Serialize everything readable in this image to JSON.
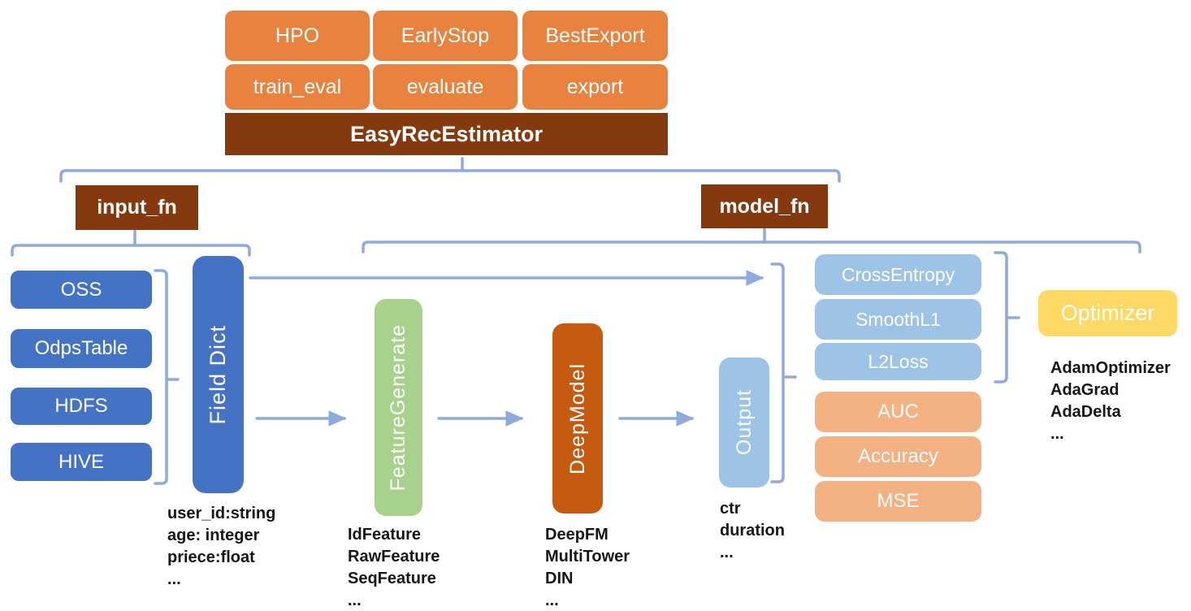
{
  "diagram": {
    "estimator": {
      "label": "EasyRecEstimator",
      "capabilities": [
        "HPO",
        "EarlyStop",
        "BestExport"
      ],
      "methods": [
        "train_eval",
        "evaluate",
        "export"
      ]
    },
    "input_fn_label": "input_fn",
    "model_fn_label": "model_fn",
    "data_sources": [
      "OSS",
      "OdpsTable",
      "HDFS",
      "HIVE"
    ],
    "field_dict": {
      "label": "Field Dict",
      "schema": [
        "user_id:string",
        "age: integer",
        "priece:float",
        "..."
      ]
    },
    "feature_generate": {
      "label": "FeatureGenerate",
      "examples": [
        "IdFeature",
        "RawFeature",
        "SeqFeature",
        "..."
      ]
    },
    "deep_model": {
      "label": "DeepModel",
      "examples": [
        "DeepFM",
        "MultiTower",
        "DIN",
        "..."
      ]
    },
    "output": {
      "label": "Output",
      "examples": [
        "ctr",
        "duration",
        "..."
      ]
    },
    "losses": [
      "CrossEntropy",
      "SmoothL1",
      "L2Loss"
    ],
    "metrics": [
      "AUC",
      "Accuracy",
      "MSE"
    ],
    "optimizer": {
      "label": "Optimizer",
      "examples": [
        "AdamOptimizer",
        "AdaGrad",
        "AdaDelta",
        "..."
      ]
    }
  },
  "colors": {
    "method_orange": "#E8823E",
    "estimator_brown": "#85390E",
    "source_blue": "#4472C4",
    "feature_green": "#A9D18E",
    "model_rust": "#C55A11",
    "loss_light_blue": "#9DC3E6",
    "metric_peach": "#F4B183",
    "optimizer_yellow": "#FFD966",
    "connector_blue": "#8FAADC"
  }
}
